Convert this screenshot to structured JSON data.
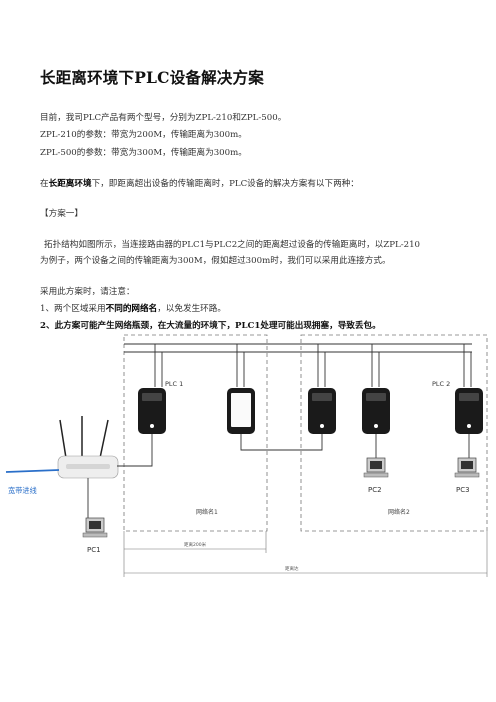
{
  "doc": {
    "title": "长距离环境下PLC设备解决方案",
    "intro": "目前，我司PLC产品有两个型号，分别为ZPL-210和ZPL-500。",
    "spec1": "ZPL-210的参数：带宽为200M，传输距离为300m。",
    "spec2": "ZPL-500的参数：带宽为300M，传输距离为300m。",
    "scenario_pre": "在",
    "scenario_bold": "长距离环境",
    "scenario_post": "下，即距离超出设备的传输距离时，PLC设备的解决方案有以下两种：",
    "option1": "【方案一】",
    "desc1": "拓扑结构如图所示，当连接路由器的PLC1与PLC2之间的距离超过设备的传输距离时，以ZPL-210",
    "desc2": "为例子，两个设备之间的传输距离为300M，假如超过300m时，我们可以采用此连接方式。",
    "notice": "采用此方案时，请注意：",
    "note1_pre": "1、两个区域采用",
    "note1_bold": "不同的网络名",
    "note1_post": "，以免发生环路。",
    "note2": "2、此方案可能产生网络瓶颈，在大流量的环境下，PLC1处理可能出现拥塞，导致丢包。"
  },
  "diagram": {
    "plc1_label": "PLC 1",
    "plc2_label": "PLC 2",
    "broadband_label": "宽带进线",
    "pc1_label": "PC1",
    "pc2_label": "PC2",
    "pc3_label": "PC3",
    "network1_label": "网络名1",
    "network2_label": "网络名2",
    "distance1_label": "距离200米",
    "distance2_label": "距离达",
    "colors": {
      "powerline": "#333333",
      "dashed_border": "#777777",
      "broadband": "#2a6fc9",
      "device": "#1a1a1a"
    }
  }
}
